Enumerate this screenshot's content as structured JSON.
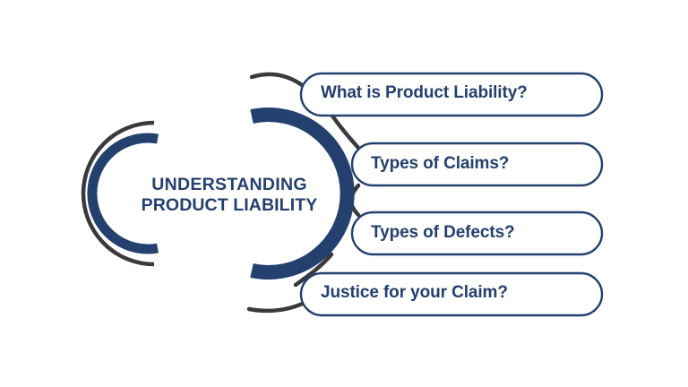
{
  "graphic": {
    "type": "radial-topic-diagram",
    "background_color": "#ffffff",
    "accent_navy": "#24406e",
    "accent_charcoal": "#3a3a3c",
    "pill_fill": "#ffffff"
  },
  "center": {
    "title_line1": "UNDERSTANDING",
    "title_line2": "PRODUCT LIABILITY",
    "arcs": [
      {
        "name": "outer-charcoal-arc",
        "color": "#3a3a3c",
        "side": "left"
      },
      {
        "name": "inner-navy-arc",
        "color": "#24406e",
        "side": "left"
      },
      {
        "name": "main-navy-arc",
        "color": "#24406e",
        "side": "right"
      }
    ]
  },
  "nodes": [
    {
      "id": "node-1",
      "label": "What is Product Liability?",
      "connector": "curve-up"
    },
    {
      "id": "node-2",
      "label": "Types of Claims?",
      "connector": "curve-short"
    },
    {
      "id": "node-3",
      "label": "Types of Defects?",
      "connector": "straight-vertical"
    },
    {
      "id": "node-4",
      "label": "Justice for your Claim?",
      "connector": "curve-down"
    }
  ]
}
